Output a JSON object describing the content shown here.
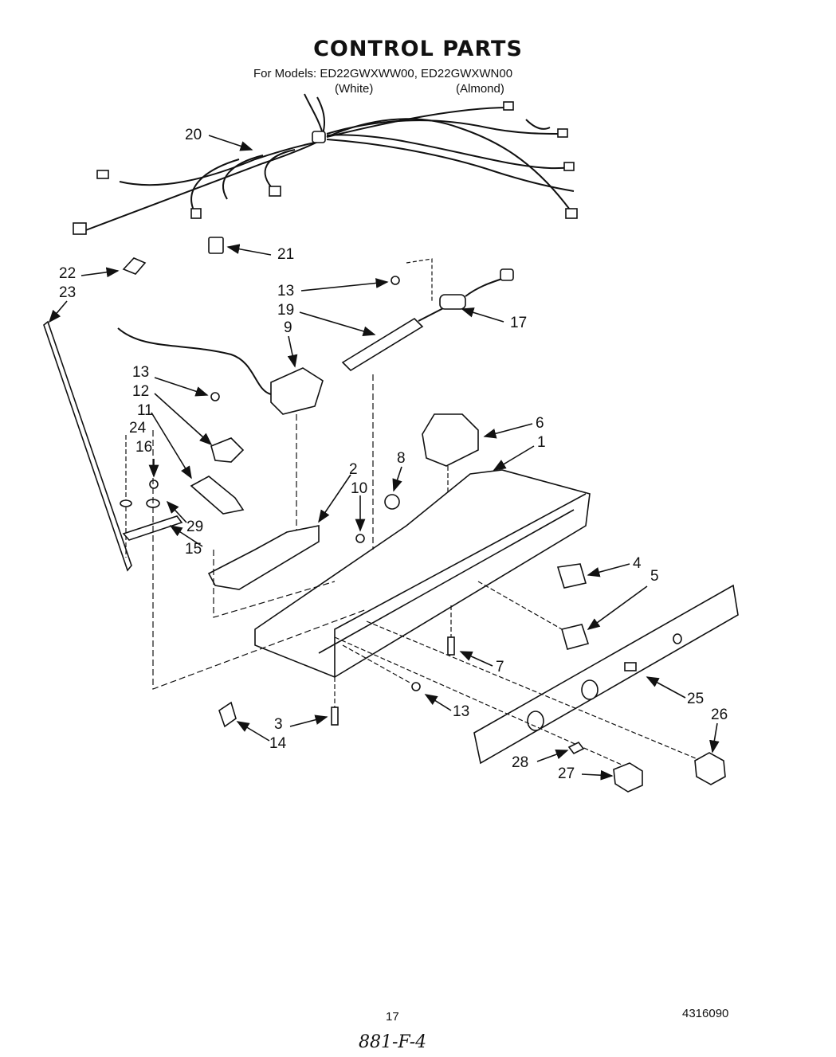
{
  "header": {
    "title": "CONTROL PARTS",
    "models_line": "For Models: ED22GWXWW00, ED22GWXWN00",
    "variant_white": "(White)",
    "variant_almond": "(Almond)"
  },
  "callouts": {
    "c20": "20",
    "c21": "21",
    "c22": "22",
    "c23": "23",
    "c13a": "13",
    "c19": "19",
    "c17": "17",
    "c9": "9",
    "c13b": "13",
    "c12": "12",
    "c11": "11",
    "c24": "24",
    "c16": "16",
    "c29": "29",
    "c15": "15",
    "c6": "6",
    "c1": "1",
    "c8": "8",
    "c2": "2",
    "c10": "10",
    "c4": "4",
    "c5": "5",
    "c7": "7",
    "c13c": "13",
    "c25": "25",
    "c26": "26",
    "c3": "3",
    "c14": "14",
    "c28": "28",
    "c27": "27"
  },
  "footer": {
    "page_number": "17",
    "doc_number": "4316090",
    "handwritten": "881-F-4"
  }
}
